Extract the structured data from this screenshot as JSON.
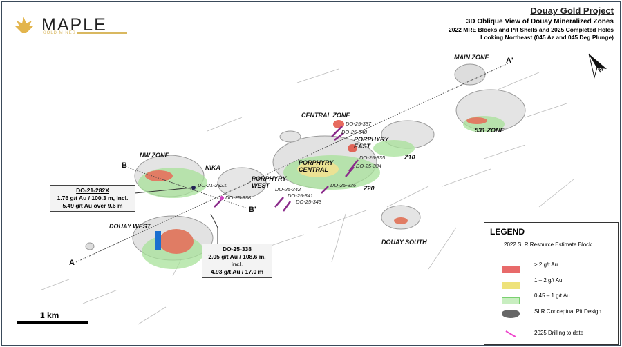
{
  "logo": {
    "name": "MAPLE",
    "subtitle": "GOLD MINES"
  },
  "title": {
    "project": "Douay Gold Project",
    "view": "3D Oblique View of Douay Mineralized Zones",
    "line1": "2022 MRE Blocks and Pit Shells and 2025 Completed Holes",
    "line2": "Looking Northeast (045 Az and 045 Deg Plunge)"
  },
  "zones": {
    "main": "MAIN ZONE",
    "z531": "531 ZONE",
    "central": "CENTRAL ZONE",
    "pe1": "PORPHYRY",
    "pe2": "EAST",
    "z10": "Z10",
    "pc1": "PORPHYRY",
    "pc2": "CENTRAL",
    "z20": "Z20",
    "pw1": "PORPHYRY",
    "pw2": "WEST",
    "nw": "NW ZONE",
    "nika": "NIKA",
    "dw": "DOUAY WEST",
    "ds": "DOUAY SOUTH"
  },
  "sections": {
    "a": "A",
    "a2": "A'",
    "b": "B",
    "b2": "B'"
  },
  "holes": [
    "DO-25-337",
    "DO-25-340",
    "DO-25-335",
    "DO-25-334",
    "DO-25-336",
    "DO-25-342",
    "DO-25-341",
    "DO-25-343",
    "DO-21-282X",
    "DO-25-338"
  ],
  "callouts": [
    {
      "title": "DO-21-282X",
      "l1": "1.76 g/t Au / 100.3 m, incl.",
      "l2": "5.49 g/t Au over 9.6 m"
    },
    {
      "title": "DO-25-338",
      "l1": "2.05 g/t Au / 108.6  m, incl.",
      "l2": "4.93 g/t Au / 17.0 m"
    }
  ],
  "scale": "1 km",
  "north": "N",
  "legend": {
    "heading": "LEGEND",
    "subtitle": "2022 SLR Resource Estimate Block",
    "items": [
      {
        "label": "> 2 g/t Au",
        "color": "#e86a6a"
      },
      {
        "label": "1 – 2 g/t Au",
        "color": "#eee27a"
      },
      {
        "label": "0.45 – 1 g/t Au",
        "color": "#a8e29a"
      },
      {
        "label": "SLR Conceptual Pit Design",
        "color": "#666666"
      },
      {
        "label": "2025 Drilling to date",
        "color": "#ee44cc"
      }
    ]
  }
}
